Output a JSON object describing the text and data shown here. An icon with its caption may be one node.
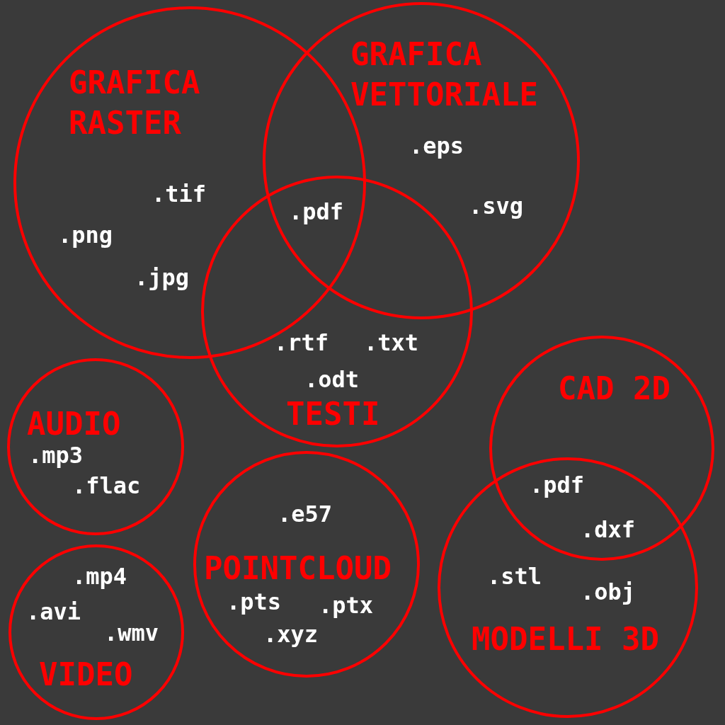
{
  "diagram": {
    "nodes": [
      {
        "text": [
          "GRAFICA RASTER",
          ".tif",
          ".png",
          ".jpg"
        ]
      },
      {
        "text": [
          "GRAFICA VETTORIALE",
          ".eps",
          ".svg"
        ]
      },
      {
        "text": [
          ".rtf",
          ".txt",
          ".odt",
          "TESTI"
        ]
      },
      {
        "text": [
          "AUDIO",
          ".mp3",
          ".flac"
        ]
      },
      {
        "text": [
          "CAD 2D"
        ]
      },
      {
        "text": [
          ".e57",
          "POINTCLOUD",
          ".pts",
          ".ptx",
          ".xyz"
        ]
      },
      {
        "text": [
          ".stl",
          ".obj",
          "MODELLI 3D"
        ]
      },
      {
        "text": [
          ".mp4",
          ".avi",
          ".wmv",
          "VIDEO"
        ]
      }
    ],
    "labels": [
      ".pdf",
      ".pdf",
      ".dxf"
    ]
  }
}
